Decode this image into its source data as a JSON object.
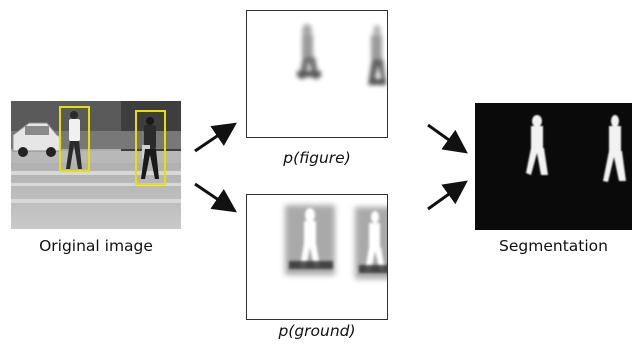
{
  "captions": {
    "original": "Original image",
    "p_figure": "p(figure)",
    "p_ground": "p(ground)",
    "segmentation": "Segmentation"
  },
  "colors": {
    "bounding_box": "#e8e000",
    "arrow": "#111111",
    "panel_border": "#333333",
    "segmentation_bg": "#0a0a0a"
  },
  "icons": [
    "car",
    "pedestrian",
    "bounding-box",
    "arrow"
  ]
}
